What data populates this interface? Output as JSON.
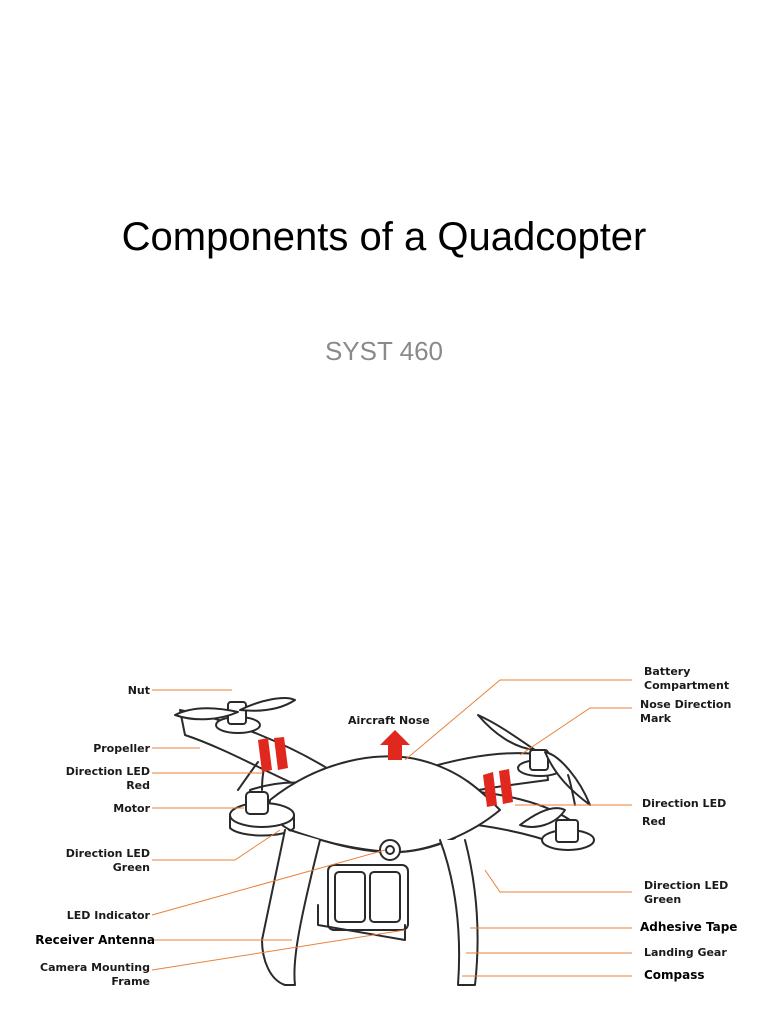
{
  "slide": {
    "title": "Components of a Quadcopter",
    "subtitle": "SYST 460"
  },
  "diagram": {
    "arrow_label": "Aircraft Nose",
    "left_labels": {
      "nut": "Nut",
      "propeller": "Propeller",
      "direction_led_red_1": "Direction LED",
      "direction_led_red_2": "Red",
      "motor": "Motor",
      "direction_led_green_1": "Direction LED",
      "direction_led_green_2": "Green",
      "led_indicator": "LED Indicator",
      "receiver_antenna": "Receiver Antenna",
      "camera_mount_1": "Camera Mounting",
      "camera_mount_2": "Frame"
    },
    "right_labels": {
      "battery_1": "Battery",
      "battery_2": "Compartment",
      "nose_mark_1": "Nose Direction",
      "nose_mark_2": "Mark",
      "direction_led_red_1": "Direction LED",
      "direction_led_red_2": "Red",
      "direction_led_green_1": "Direction LED",
      "direction_led_green_2": "Green",
      "adhesive_tape": "Adhesive Tape",
      "landing_gear": "Landing Gear",
      "compass": "Compass"
    },
    "colors": {
      "leader_line": "#e8823a",
      "accent_red": "#e0281e",
      "outline": "#2a2a2a"
    }
  }
}
